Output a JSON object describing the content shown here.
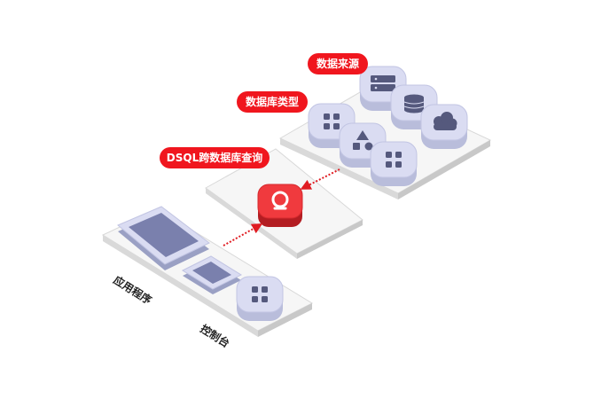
{
  "labels": {
    "data_source": "数据来源",
    "db_type": "数据库类型",
    "dsql": "DSQL跨数据库查询",
    "app": "应用程序",
    "console": "控制台"
  },
  "colors": {
    "tag_red": "#f0161e",
    "query_red": "#f03a3e",
    "platform_top": "#f5f5f5",
    "icon_body": "#d9dcf2",
    "icon_glyph": "#55597d",
    "arrow": "#e01c22"
  },
  "icons": {
    "source": [
      "server-icon",
      "database-icon",
      "cloud-icon"
    ],
    "db_types": [
      "grid-icon",
      "shapes-icon",
      "grid-icon"
    ],
    "query": "search-icon",
    "apps": [
      "tablet-icon",
      "phone-icon",
      "grid-icon"
    ]
  }
}
